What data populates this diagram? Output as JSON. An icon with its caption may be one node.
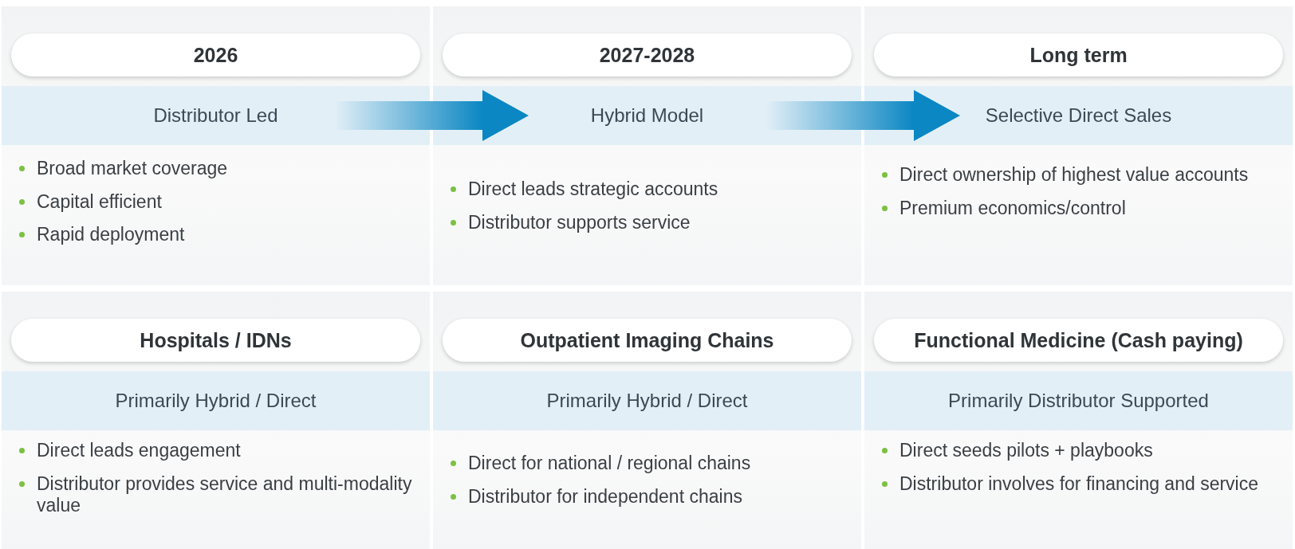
{
  "diagram": {
    "nodes": [
      {
        "text": [
          "Broad market coverage",
          "Capital efficient",
          "Rapid deployment"
        ]
      },
      {
        "text": [
          "2026"
        ],
        "in": 0
      },
      {
        "text": [
          "Distributor Led"
        ],
        "in": 0
      },
      {
        "text": [
          "Direct leads strategic accounts",
          "Distributor supports service"
        ]
      },
      {
        "text": [
          "2027-2028"
        ],
        "in": 3
      },
      {
        "text": [
          "Hybrid Model"
        ],
        "in": 3
      },
      {
        "text": [
          "Direct ownership of highest value accounts",
          "Premium economics/control"
        ]
      },
      {
        "text": [
          "Long term"
        ],
        "in": 6
      },
      {
        "text": [
          "Selective Direct Sales"
        ],
        "in": 6
      },
      {
        "text": [
          "Direct leads engagement",
          "Distributor provides service and multi-modality value"
        ]
      },
      {
        "text": [
          "Hospitals / IDNs"
        ],
        "in": 9
      },
      {
        "text": [
          "Primarily Hybrid / Direct"
        ],
        "in": 9
      },
      {
        "text": [
          "Direct for national / regional chains",
          "Distributor for independent chains"
        ]
      },
      {
        "text": [
          "Outpatient Imaging Chains"
        ],
        "in": 12
      },
      {
        "text": [
          "Primarily Hybrid / Direct"
        ],
        "in": 12
      },
      {
        "text": [
          "Direct seeds pilots + playbooks",
          "Distributor involves for financing and service"
        ]
      },
      {
        "text": [
          "Functional Medicine (Cash paying)"
        ],
        "in": 15
      },
      {
        "text": [
          "Primarily Distributor Supported"
        ],
        "in": 15
      }
    ],
    "edges": [
      {
        "from": 2,
        "to": 5,
        "arrow": "to",
        "style": "thick"
      },
      {
        "from": 5,
        "to": 8,
        "arrow": "to",
        "style": "thick"
      }
    ]
  }
}
